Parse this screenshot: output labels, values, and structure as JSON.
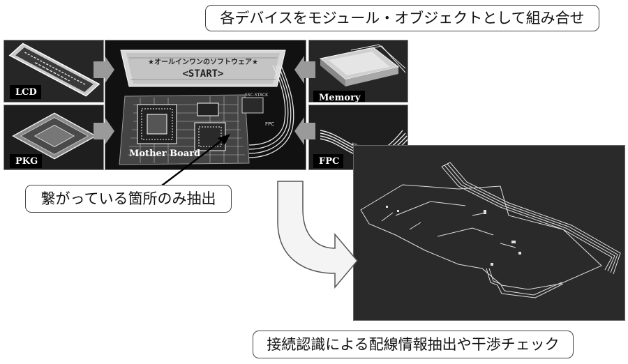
{
  "title": "各デバイスをモジュール・オブジェクトとして組み合せ",
  "callout_extract": "繋がっている箇所のみ抽出",
  "callout_bottom": "接続認識による配線情報抽出や干渉チェック",
  "modules": {
    "lcd": "LCD",
    "pkg": "PKG",
    "mother_board": "Mother Board",
    "memory": "Memory",
    "fpc": "FPC"
  },
  "lcd_screen_text": {
    "line1": "★オールインワンのソフトウェア★",
    "line2": "<START>"
  },
  "board_marks": {
    "fpc_mark": "FPC",
    "stack_mark": "SSC-STACK"
  },
  "colors": {
    "tile_bg": "#222222",
    "result_bg": "#2a2a2a",
    "arrow_fill": "#9a9a9a",
    "trace": "#e8e8e8"
  }
}
